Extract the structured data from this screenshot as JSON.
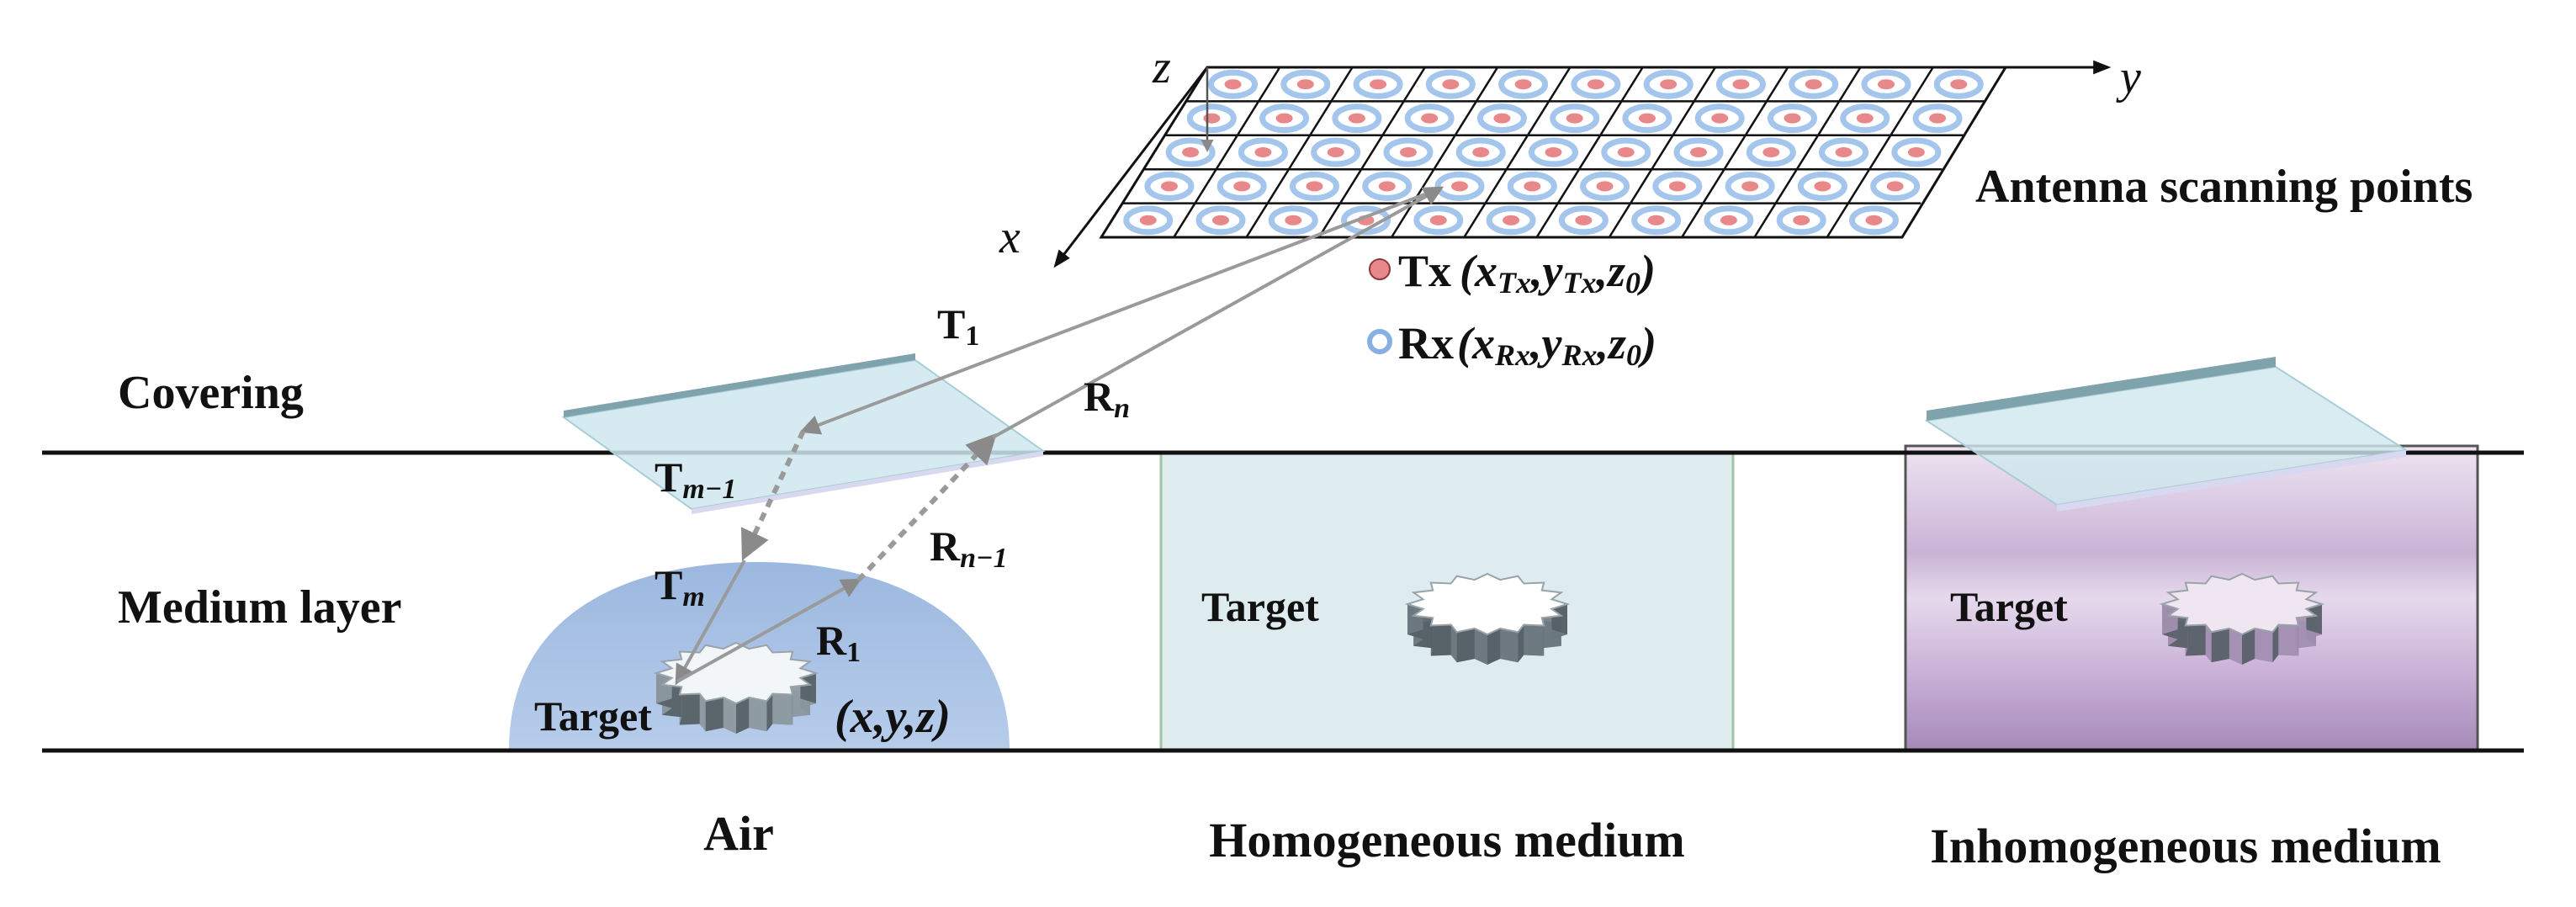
{
  "labels": {
    "covering": "Covering",
    "medium_layer": "Medium layer",
    "antenna_scanning_points": "Antenna scanning points",
    "air": "Air",
    "homogeneous_medium": "Homogeneous medium",
    "inhomogeneous_medium": "Inhomogeneous medium",
    "target": "Target",
    "target_coord": "(x,y,z)"
  },
  "axes": {
    "x": "x",
    "y": "y",
    "z": "z"
  },
  "legend": {
    "tx_label": "Tx",
    "tx_coord": "(x",
    "tx_sub": "Tx",
    "rx_label": "Rx",
    "rx_coord": "(x",
    "rx_sub": "Rx",
    "y_sym": "y",
    "z_sym": "z",
    "zero_sub": "0",
    "comma": ",",
    "close": ")"
  },
  "rays": {
    "T": "T",
    "R": "R",
    "sub_1": "1",
    "sub_n": "n",
    "sub_m": "m",
    "sub_n_minus_1": "n−1",
    "sub_m_minus_1": "m−1"
  },
  "grid": {
    "rows": 5,
    "cols": 11
  },
  "colors": {
    "tx": "#e8888a",
    "rx": "#a4c6ec",
    "air_dome": "#a3bde0",
    "homogeneous_fill": "#dfecef",
    "inhomogeneous_top": "#ece0ef",
    "inhomogeneous_bottom": "#a98bbd",
    "covering": "#cfe7ee",
    "ray": "#9a9a9a"
  }
}
